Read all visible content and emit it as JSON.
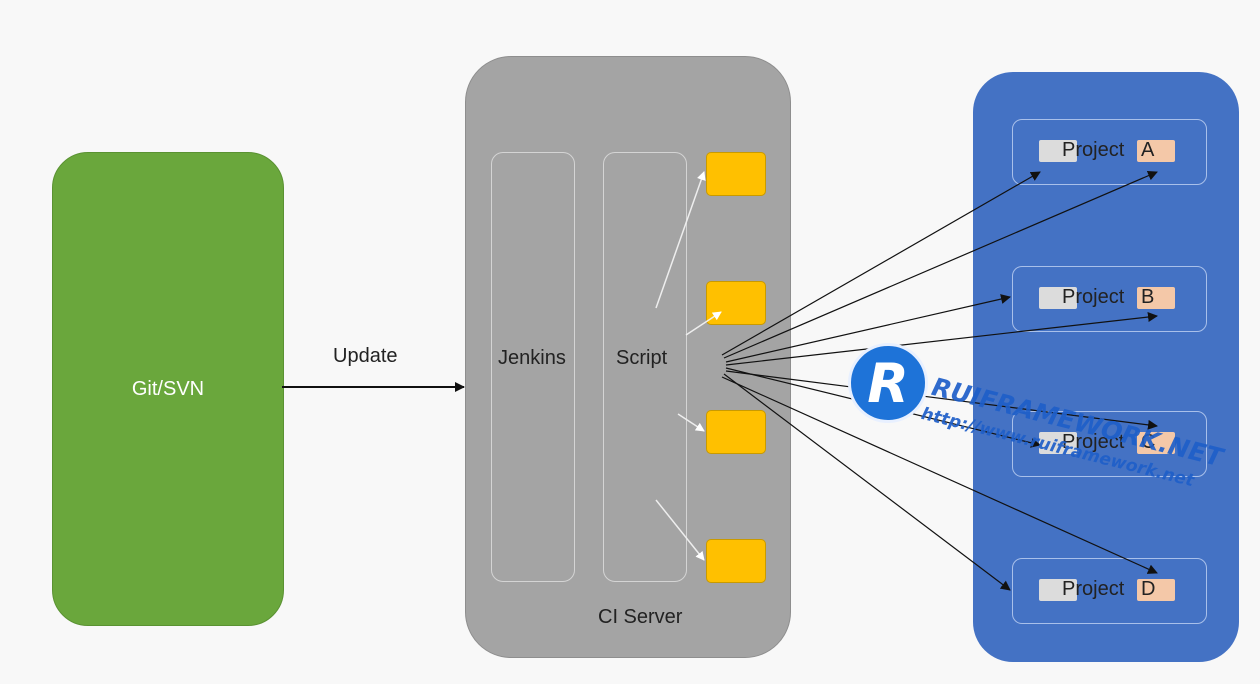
{
  "source": {
    "label": "Git/SVN",
    "color": "#6aa73c"
  },
  "edge": {
    "label": "Update"
  },
  "ci_server": {
    "label": "CI Server",
    "columns": [
      {
        "label": "Jenkins"
      },
      {
        "label": "Script"
      }
    ],
    "jobs_color": "#ffc000"
  },
  "projects": {
    "color": "#4472c4",
    "items": [
      {
        "word": "Project",
        "letter": "A"
      },
      {
        "word": "Project",
        "letter": "B"
      },
      {
        "word": "Project",
        "letter": "C"
      },
      {
        "word": "Project",
        "letter": "D"
      }
    ]
  },
  "watermark": {
    "logo_letter": "R",
    "name": "RUIFRAMEWORK.NET",
    "url": "http://www.ruiframework.net"
  }
}
